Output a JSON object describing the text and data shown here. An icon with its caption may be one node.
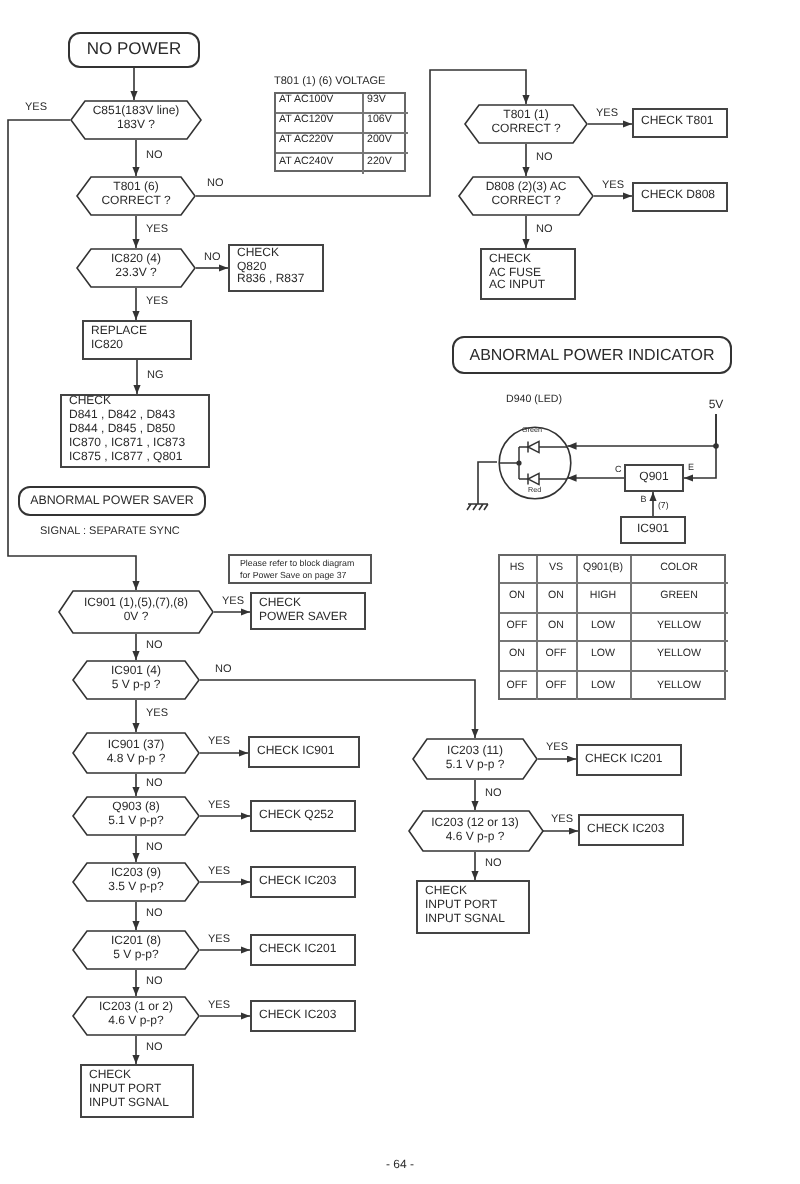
{
  "diagram": {
    "nodes": [
      {
        "text": [
          "NO POWER"
        ]
      },
      {
        "text": [
          "C851(183V line) 183V ?"
        ]
      },
      {
        "text": [
          "T801 (6) CORRECT ?"
        ]
      },
      {
        "text": [
          "IC820 (4) 23.3V ?"
        ]
      },
      {
        "text": [
          "CHECK",
          "Q820",
          "R836 , R837"
        ]
      },
      {
        "text": [
          "REPLACE IC820"
        ]
      },
      {
        "text": [
          "CHECK",
          "D841 , D842 , D843",
          "D844 , D845 , D850",
          "IC870 , IC871 , IC873",
          "IC875 , IC877 , Q801"
        ]
      },
      {
        "text": [
          "T801 (1) CORRECT ?"
        ]
      },
      {
        "text": [
          "CHECK T801"
        ]
      },
      {
        "text": [
          "D808 (2)(3) AC CORRECT ?"
        ]
      },
      {
        "text": [
          "CHECK D808"
        ]
      },
      {
        "text": [
          "CHECK",
          "AC FUSE",
          "AC INPUT"
        ]
      },
      {
        "text": [
          "ABNORMAL POWER INDICATOR"
        ]
      },
      {
        "text": [
          "D940 (LED)",
          "Green",
          "Red"
        ]
      },
      {
        "text": [
          "5V"
        ]
      },
      {
        "text": [
          "Q901"
        ]
      },
      {
        "text": [
          "IC901"
        ]
      },
      {
        "text": [
          "ABNORMAL POWER SAVER"
        ],
        "beside": [
          "SIGNAL : SEPARATE SYNC"
        ]
      },
      {
        "text": [
          "Please refer to block diagram for Power Save on page 37"
        ]
      },
      {
        "text": [
          "IC901 (1),(5),(7),(8) 0V ?"
        ]
      },
      {
        "text": [
          "CHECK",
          "POWER SAVER"
        ]
      },
      {
        "text": [
          "IC901 (4) 5 V p-p ?"
        ]
      },
      {
        "text": [
          "IC901 (37) 4.8 V p-p ?"
        ]
      },
      {
        "text": [
          "CHECK IC901"
        ]
      },
      {
        "text": [
          "Q903 (8) 5.1 V p-p?"
        ]
      },
      {
        "text": [
          "CHECK Q252"
        ]
      },
      {
        "text": [
          "IC203 (9) 3.5 V p-p?"
        ]
      },
      {
        "text": [
          "CHECK IC203"
        ]
      },
      {
        "text": [
          "IC201 (8) 5 V p-p?"
        ]
      },
      {
        "text": [
          "CHECK IC201"
        ]
      },
      {
        "text": [
          "IC203 (1 or 2) 4.6 V p-p?"
        ]
      },
      {
        "text": [
          "CHECK IC203"
        ]
      },
      {
        "text": [
          "CHECK",
          "INPUT PORT",
          "INPUT SGNAL"
        ]
      },
      {
        "text": [
          "IC203 (11) 5.1 V p-p ?"
        ]
      },
      {
        "text": [
          "CHECK IC201"
        ]
      },
      {
        "text": [
          "IC203 (12 or 13) 4.6 V p-p ?"
        ]
      },
      {
        "text": [
          "CHECK IC203"
        ]
      },
      {
        "text": [
          "CHECK",
          "INPUT PORT",
          "INPUT SGNAL"
        ]
      }
    ],
    "edges": [
      {
        "from": 0,
        "to": 1,
        "arrow": "to"
      },
      {
        "from": 1,
        "to": 2,
        "arrow": "to",
        "label": "NO"
      },
      {
        "from": 1,
        "to": 19,
        "arrow": "to",
        "label": "YES"
      },
      {
        "from": 2,
        "to": 3,
        "arrow": "to",
        "label": "YES"
      },
      {
        "from": 2,
        "to": 7,
        "arrow": "to",
        "label": "NO"
      },
      {
        "from": 3,
        "to": 4,
        "arrow": "to",
        "label": "NO"
      },
      {
        "from": 3,
        "to": 5,
        "arrow": "to",
        "label": "YES"
      },
      {
        "from": 5,
        "to": 6,
        "arrow": "to",
        "label": "NG"
      },
      {
        "from": 7,
        "to": 8,
        "arrow": "to",
        "label": "YES"
      },
      {
        "from": 7,
        "to": 9,
        "arrow": "to",
        "label": "NO"
      },
      {
        "from": 9,
        "to": 10,
        "arrow": "to",
        "label": "YES"
      },
      {
        "from": 9,
        "to": 11,
        "arrow": "to",
        "label": "NO"
      },
      {
        "from": 14,
        "to": 13,
        "arrow": "to"
      },
      {
        "from": 14,
        "to": 15,
        "arrow": "to"
      },
      {
        "from": 15,
        "to": 13,
        "arrow": "to"
      },
      {
        "from": 16,
        "to": 15,
        "arrow": "to"
      },
      {
        "from": 19,
        "to": 20,
        "arrow": "to",
        "label": "YES"
      },
      {
        "from": 19,
        "to": 21,
        "arrow": "to",
        "label": "NO"
      },
      {
        "from": 21,
        "to": 22,
        "arrow": "to",
        "label": "YES"
      },
      {
        "from": 21,
        "to": 33,
        "arrow": "to",
        "label": "NO"
      },
      {
        "from": 22,
        "to": 23,
        "arrow": "to",
        "label": "YES"
      },
      {
        "from": 22,
        "to": 24,
        "arrow": "to",
        "label": "NO"
      },
      {
        "from": 24,
        "to": 25,
        "arrow": "to",
        "label": "YES"
      },
      {
        "from": 24,
        "to": 26,
        "arrow": "to",
        "label": "NO"
      },
      {
        "from": 26,
        "to": 27,
        "arrow": "to",
        "label": "YES"
      },
      {
        "from": 26,
        "to": 28,
        "arrow": "to",
        "label": "NO"
      },
      {
        "from": 28,
        "to": 29,
        "arrow": "to",
        "label": "YES"
      },
      {
        "from": 28,
        "to": 30,
        "arrow": "to",
        "label": "NO"
      },
      {
        "from": 30,
        "to": 31,
        "arrow": "to",
        "label": "YES"
      },
      {
        "from": 30,
        "to": 32,
        "arrow": "to",
        "label": "NO"
      },
      {
        "from": 33,
        "to": 34,
        "arrow": "to",
        "label": "YES"
      },
      {
        "from": 33,
        "to": 35,
        "arrow": "to",
        "label": "NO"
      },
      {
        "from": 35,
        "to": 36,
        "arrow": "to",
        "label": "YES"
      },
      {
        "from": 35,
        "to": 37,
        "arrow": "to",
        "label": "NO"
      }
    ],
    "labels": [
      "T801 (1) (6) VOLTAGE",
      "AT AC100V",
      "93V",
      "AT AC120V",
      "106V",
      "AT AC220V",
      "200V",
      "AT AC240V",
      "220V",
      "C",
      "E",
      "B",
      "(7)",
      "HS",
      "VS",
      "Q901(B)",
      "COLOR",
      "ON",
      "ON",
      "HIGH",
      "GREEN",
      "OFF",
      "ON",
      "LOW",
      "YELLOW",
      "ON",
      "OFF",
      "LOW",
      "YELLOW",
      "OFF",
      "OFF",
      "LOW",
      "YELLOW",
      "- 64 -"
    ]
  }
}
